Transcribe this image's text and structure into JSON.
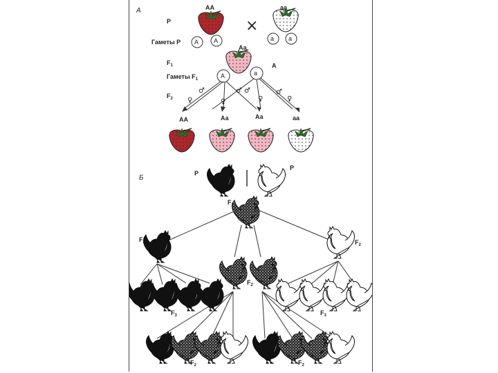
{
  "panel_a": {
    "label": "А",
    "parent_label": "P",
    "gametes_p_label": "Гаметы P",
    "f1_label": "F",
    "f1_sub": "1",
    "gametes_f1_label": "Гаметы F",
    "gametes_f1_sub": "1",
    "f2_label": "F",
    "f2_sub": "2",
    "parent_aa_dominant": "АА",
    "parent_aa_recessive": "аа",
    "cross_symbol": "×",
    "gamete_dominant": "А",
    "gamete_recessive": "а",
    "f1_genotype": "Аа",
    "f1_side_label": "А",
    "male_symbol": "♂",
    "female_symbol": "♀",
    "f2_genotypes": [
      "АА",
      "Аа",
      "Аа",
      "аа"
    ],
    "colors": {
      "red": "#b0262a",
      "pink": "#f4b6c2",
      "white": "#ffffff",
      "leaf": "#2f6b2f"
    }
  },
  "panel_b": {
    "label": "Б",
    "parent_label_left": "P",
    "parent_label_right": "P",
    "f1_label": "F",
    "f1_sub": "1",
    "f2_label_left": "F",
    "f2_label_right": "F",
    "f2_sub": "2",
    "f3_label_left": "F",
    "f3_label_right": "F",
    "f3_sub": "3",
    "f2_label_bottom_left": "F",
    "f2_label_bottom_right": "F",
    "bottom_sub": "2",
    "colors": {
      "black": "#111111",
      "white": "#ffffff",
      "speckled": "#555555"
    }
  }
}
